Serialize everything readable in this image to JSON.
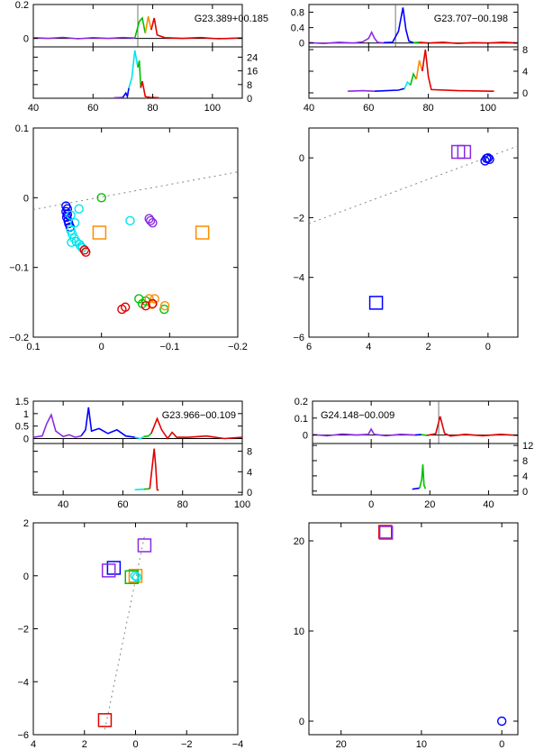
{
  "figure": {
    "source_ids": [
      "G23.389+00.185",
      "G23.707−00.198",
      "G23.966−00.109",
      "G24.148−00.009"
    ]
  },
  "chart_data": [
    {
      "type": "line",
      "name": "G23.389+00.185",
      "xlim": [
        40,
        110
      ],
      "x_ticks": [
        40,
        60,
        80,
        100
      ],
      "ylim": [
        -0.05,
        0.2
      ],
      "y_ticks": [
        0,
        0.2
      ],
      "marker_x": 75,
      "series": [
        {
          "color": "#8a2be2",
          "x": [
            40,
            45,
            50,
            55,
            60,
            65,
            70,
            74
          ],
          "y": [
            0.004,
            0.0,
            0.006,
            -0.002,
            0.004,
            0.0,
            0.005,
            0.002
          ]
        },
        {
          "color": "#00c000",
          "x": [
            74,
            75.5,
            76.5,
            77.5
          ],
          "y": [
            0.002,
            0.1,
            0.12,
            0.03
          ]
        },
        {
          "color": "#ff8c00",
          "x": [
            77.5,
            78.5,
            79.5
          ],
          "y": [
            0.03,
            0.13,
            0.05
          ]
        },
        {
          "color": "#e00000",
          "x": [
            79.5,
            80.5,
            81.5,
            84,
            90,
            96,
            102,
            110
          ],
          "y": [
            0.05,
            0.12,
            0.02,
            0.004,
            0.0,
            0.005,
            -0.002,
            0.003
          ]
        }
      ],
      "lower_ylim": [
        0,
        30
      ],
      "lower_y_ticks": [
        0,
        8,
        16,
        24
      ],
      "lower_series": [
        {
          "color": "#8a2be2",
          "x": [
            67,
            70
          ],
          "y": [
            0.3,
            0.5
          ]
        },
        {
          "color": "#0000ff",
          "x": [
            70,
            71,
            71.5,
            72
          ],
          "y": [
            0.5,
            3,
            1,
            6
          ]
        },
        {
          "color": "#00e5ee",
          "x": [
            72,
            73,
            74,
            75
          ],
          "y": [
            6,
            12,
            28,
            18
          ]
        },
        {
          "color": "#00c000",
          "x": [
            75,
            75.5,
            76
          ],
          "y": [
            18,
            22,
            6
          ]
        },
        {
          "color": "#e00000",
          "x": [
            76,
            76.5,
            77.5,
            79,
            82
          ],
          "y": [
            6,
            10,
            1,
            0.5,
            0.3
          ]
        }
      ]
    },
    {
      "type": "line",
      "name": "G23.707−00.198",
      "xlim": [
        40,
        110
      ],
      "x_ticks": [
        40,
        60,
        80,
        100
      ],
      "ylim": [
        -0.1,
        1.0
      ],
      "y_ticks": [
        0,
        0.4,
        0.8
      ],
      "marker_x": 69,
      "series": [
        {
          "color": "#8a2be2",
          "x": [
            40,
            45,
            50,
            55,
            58,
            60,
            61,
            62,
            63,
            65
          ],
          "y": [
            0.01,
            -0.01,
            0.02,
            0.0,
            0.03,
            0.12,
            0.28,
            0.12,
            0.02,
            0.0
          ]
        },
        {
          "color": "#0000ff",
          "x": [
            65,
            68,
            70,
            71.5,
            72.5,
            73.5,
            75
          ],
          "y": [
            0.01,
            0.02,
            0.3,
            0.92,
            0.35,
            0.05,
            0.01
          ]
        },
        {
          "color": "#00c000",
          "x": [
            75,
            77
          ],
          "y": [
            0.01,
            0.02
          ]
        },
        {
          "color": "#e00000",
          "x": [
            77,
            80,
            85,
            90,
            95,
            100,
            105,
            110
          ],
          "y": [
            0.02,
            0.0,
            0.02,
            -0.01,
            0.01,
            0.0,
            0.02,
            0.0
          ]
        }
      ],
      "lower_ylim": [
        -1,
        8.5
      ],
      "lower_y_ticks": [
        0,
        4,
        8
      ],
      "lower_series": [
        {
          "color": "#8a2be2",
          "x": [
            53,
            58,
            62
          ],
          "y": [
            0.3,
            0.4,
            0.3
          ]
        },
        {
          "color": "#0000ff",
          "x": [
            62,
            66,
            70,
            72
          ],
          "y": [
            0.3,
            0.4,
            0.5,
            0.8
          ]
        },
        {
          "color": "#00e5ee",
          "x": [
            72,
            73,
            74
          ],
          "y": [
            0.8,
            2,
            1.4
          ]
        },
        {
          "color": "#00c000",
          "x": [
            74,
            75,
            76
          ],
          "y": [
            1.4,
            3.5,
            2.5
          ]
        },
        {
          "color": "#ff8c00",
          "x": [
            76,
            77,
            78
          ],
          "y": [
            2.5,
            6,
            4
          ]
        },
        {
          "color": "#e00000",
          "x": [
            78,
            79,
            80,
            81,
            90,
            102
          ],
          "y": [
            4,
            8,
            3,
            0.6,
            0.4,
            0.3
          ]
        }
      ]
    },
    {
      "type": "line",
      "name": "G23.966−00.109",
      "xlim": [
        30,
        100
      ],
      "x_ticks": [
        40,
        60,
        80,
        100
      ],
      "ylim": [
        -0.2,
        1.5
      ],
      "y_ticks": [
        0,
        0.5,
        1.0,
        1.5
      ],
      "series": [
        {
          "color": "#8a2be2",
          "x": [
            30,
            33,
            34.5,
            36,
            37.5,
            40,
            42,
            44,
            46
          ],
          "y": [
            0.05,
            0.1,
            0.6,
            0.95,
            0.3,
            0.08,
            0.15,
            0.05,
            0.1
          ]
        },
        {
          "color": "#0000ff",
          "x": [
            46,
            47.5,
            48.5,
            49.5,
            52,
            55,
            58,
            61,
            64
          ],
          "y": [
            0.1,
            0.35,
            1.25,
            0.3,
            0.4,
            0.2,
            0.35,
            0.1,
            0.05
          ]
        },
        {
          "color": "#00e5ee",
          "x": [
            64,
            66,
            67
          ],
          "y": [
            0.05,
            0.0,
            0.08
          ]
        },
        {
          "color": "#00c000",
          "x": [
            67,
            68.5,
            69.5
          ],
          "y": [
            0.08,
            0.1,
            0.2
          ]
        },
        {
          "color": "#e00000",
          "x": [
            69.5,
            71.5,
            73,
            75,
            76.5,
            78,
            82,
            88,
            94,
            100
          ],
          "y": [
            0.2,
            0.8,
            0.35,
            0.0,
            0.25,
            0.05,
            0.05,
            0.1,
            0.0,
            0.05
          ]
        }
      ],
      "lower_ylim": [
        -0.5,
        9.5
      ],
      "lower_y_ticks": [
        0,
        4,
        8
      ],
      "lower_series": [
        {
          "color": "#00e5ee",
          "x": [
            64,
            67
          ],
          "y": [
            0.5,
            0.6
          ]
        },
        {
          "color": "#00c000",
          "x": [
            67,
            69
          ],
          "y": [
            0.6,
            0.7
          ]
        },
        {
          "color": "#e00000",
          "x": [
            69,
            70.5,
            71,
            71.5,
            72
          ],
          "y": [
            0.7,
            8.5,
            5,
            0.5,
            0.4
          ]
        }
      ]
    },
    {
      "type": "line",
      "name": "G24.148−00.009",
      "xlim": [
        -20,
        50
      ],
      "x_ticks": [
        0,
        20,
        40
      ],
      "ylim": [
        -0.05,
        0.2
      ],
      "y_ticks": [
        0,
        0.1,
        0.2
      ],
      "marker_x": 23,
      "series": [
        {
          "color": "#8a2be2",
          "x": [
            -20,
            -15,
            -10,
            -5,
            -1,
            0,
            1,
            5,
            10,
            15
          ],
          "y": [
            0.003,
            -0.005,
            0.006,
            0.0,
            0.004,
            0.035,
            0.004,
            -0.004,
            0.004,
            0.0
          ]
        },
        {
          "color": "#0000ff",
          "x": [
            15,
            17
          ],
          "y": [
            0.0,
            0.003
          ]
        },
        {
          "color": "#00c000",
          "x": [
            17,
            19
          ],
          "y": [
            0.003,
            -0.002
          ]
        },
        {
          "color": "#e00000",
          "x": [
            19,
            22,
            23.5,
            25,
            27,
            32,
            38,
            44,
            50
          ],
          "y": [
            -0.002,
            0.008,
            0.11,
            0.01,
            -0.006,
            0.004,
            -0.004,
            0.004,
            -0.002
          ]
        }
      ],
      "lower_ylim": [
        -1,
        12.5
      ],
      "lower_y_ticks": [
        0,
        4,
        8,
        12
      ],
      "lower_series": [
        {
          "color": "#0000ff",
          "x": [
            14,
            16.5
          ],
          "y": [
            0.5,
            0.8
          ]
        },
        {
          "color": "#00c000",
          "x": [
            16.5,
            17.2,
            17.6,
            18,
            18.5
          ],
          "y": [
            0.8,
            3,
            7,
            1.5,
            0.6
          ]
        }
      ]
    },
    {
      "type": "scatter",
      "xlim": [
        0.1,
        -0.2
      ],
      "x_ticks": [
        0.1,
        0,
        -0.1,
        -0.2
      ],
      "ylim": [
        -0.2,
        0.1
      ],
      "y_ticks": [
        0.1,
        0,
        -0.1,
        -0.2
      ],
      "line": {
        "x": [
          0.1,
          -0.2
        ],
        "y": [
          -0.017,
          0.037
        ]
      },
      "circles": [
        {
          "x": 0.052,
          "y": -0.012,
          "c": "#0000ff"
        },
        {
          "x": 0.05,
          "y": -0.016,
          "c": "#0000ff"
        },
        {
          "x": 0.052,
          "y": -0.02,
          "c": "#0000ff"
        },
        {
          "x": 0.05,
          "y": -0.024,
          "c": "#0000ff"
        },
        {
          "x": 0.051,
          "y": -0.028,
          "c": "#0000ff"
        },
        {
          "x": 0.049,
          "y": -0.033,
          "c": "#0000ff"
        },
        {
          "x": 0.048,
          "y": -0.037,
          "c": "#0000ff"
        },
        {
          "x": 0.046,
          "y": -0.042,
          "c": "#0000ff"
        },
        {
          "x": 0.045,
          "y": -0.047,
          "c": "#00e5ee"
        },
        {
          "x": 0.043,
          "y": -0.052,
          "c": "#00e5ee"
        },
        {
          "x": 0.04,
          "y": -0.058,
          "c": "#00e5ee"
        },
        {
          "x": 0.037,
          "y": -0.063,
          "c": "#00e5ee"
        },
        {
          "x": 0.044,
          "y": -0.064,
          "c": "#00e5ee"
        },
        {
          "x": 0.032,
          "y": -0.067,
          "c": "#00e5ee"
        },
        {
          "x": 0.03,
          "y": -0.07,
          "c": "#00e5ee"
        },
        {
          "x": 0.028,
          "y": -0.072,
          "c": "#00e5ee"
        },
        {
          "x": 0.045,
          "y": -0.025,
          "c": "#00e5ee"
        },
        {
          "x": 0.039,
          "y": -0.036,
          "c": "#00e5ee"
        },
        {
          "x": 0.033,
          "y": -0.016,
          "c": "#00e5ee"
        },
        {
          "x": -0.042,
          "y": -0.033,
          "c": "#00e5ee"
        },
        {
          "x": 0.0,
          "y": 0.0,
          "c": "#00c000"
        },
        {
          "x": -0.07,
          "y": -0.03,
          "c": "#8a2be2"
        },
        {
          "x": -0.072,
          "y": -0.033,
          "c": "#8a2be2"
        },
        {
          "x": -0.075,
          "y": -0.036,
          "c": "#8a2be2"
        },
        {
          "x": 0.025,
          "y": -0.075,
          "c": "#e00000"
        },
        {
          "x": 0.023,
          "y": -0.078,
          "c": "#e00000"
        },
        {
          "x": -0.055,
          "y": -0.145,
          "c": "#00c000"
        },
        {
          "x": -0.06,
          "y": -0.152,
          "c": "#00c000"
        },
        {
          "x": -0.065,
          "y": -0.148,
          "c": "#00c000"
        },
        {
          "x": -0.092,
          "y": -0.16,
          "c": "#00c000"
        },
        {
          "x": -0.07,
          "y": -0.145,
          "c": "#ff8c00"
        },
        {
          "x": -0.078,
          "y": -0.145,
          "c": "#ff8c00"
        },
        {
          "x": -0.074,
          "y": -0.153,
          "c": "#ff8c00"
        },
        {
          "x": -0.093,
          "y": -0.155,
          "c": "#ff8c00"
        },
        {
          "x": -0.075,
          "y": -0.152,
          "c": "#e00000"
        },
        {
          "x": -0.035,
          "y": -0.157,
          "c": "#e00000"
        },
        {
          "x": -0.03,
          "y": -0.16,
          "c": "#e00000"
        },
        {
          "x": -0.065,
          "y": -0.155,
          "c": "#e00000"
        }
      ],
      "squares": [
        {
          "x": 0.003,
          "y": -0.05,
          "c": "#ff8c00"
        },
        {
          "x": -0.148,
          "y": -0.05,
          "c": "#ff8c00"
        }
      ]
    },
    {
      "type": "scatter",
      "xlim": [
        6,
        -1
      ],
      "x_ticks": [
        6,
        4,
        2,
        0
      ],
      "ylim": [
        -6,
        1
      ],
      "y_ticks": [
        0,
        -2,
        -4,
        -6
      ],
      "line": {
        "x": [
          6,
          -1
        ],
        "y": [
          -2.2,
          0.4
        ]
      },
      "circles": [
        {
          "x": 0.05,
          "y": -0.02,
          "c": "#0000ff"
        },
        {
          "x": 0.0,
          "y": 0.0,
          "c": "#0000ff"
        },
        {
          "x": -0.05,
          "y": -0.05,
          "c": "#0000ff"
        },
        {
          "x": 0.1,
          "y": -0.1,
          "c": "#0000ff"
        }
      ],
      "squares": [
        {
          "x": 1.0,
          "y": 0.2,
          "c": "#8a2be2"
        },
        {
          "x": 0.8,
          "y": 0.2,
          "c": "#8a2be2"
        },
        {
          "x": 3.75,
          "y": -4.85,
          "c": "#0000ff"
        }
      ]
    },
    {
      "type": "scatter",
      "xlim": [
        4,
        -4
      ],
      "x_ticks": [
        4,
        2,
        0,
        -2,
        -4
      ],
      "ylim": [
        -6,
        2
      ],
      "y_ticks": [
        2,
        0,
        -2,
        -4,
        -6
      ],
      "line": {
        "x": [
          1.2,
          -0.35
        ],
        "y": [
          -5.8,
          1.5
        ]
      },
      "circles": [
        {
          "x": 0.02,
          "y": 0.0,
          "c": "#00e5ee"
        },
        {
          "x": -0.05,
          "y": -0.05,
          "c": "#00e5ee"
        }
      ],
      "squares": [
        {
          "x": -0.35,
          "y": 1.15,
          "c": "#8a2be2"
        },
        {
          "x": 0.85,
          "y": 0.3,
          "c": "#0000ff"
        },
        {
          "x": 1.05,
          "y": 0.2,
          "c": "#8a2be2"
        },
        {
          "x": 0.0,
          "y": 0.0,
          "c": "#ff8c00"
        },
        {
          "x": 0.15,
          "y": -0.05,
          "c": "#00c000"
        },
        {
          "x": 1.2,
          "y": -5.45,
          "c": "#e00000"
        }
      ]
    },
    {
      "type": "scatter",
      "xlim": [
        24,
        -2
      ],
      "x_ticks": [
        20,
        10,
        0
      ],
      "ylim": [
        -1.5,
        22
      ],
      "y_ticks": [
        0,
        10,
        20
      ],
      "circles": [
        {
          "x": 0.0,
          "y": 0.0,
          "c": "#0000ff"
        }
      ],
      "squares": [
        {
          "x": 14.5,
          "y": 21.0,
          "c": "#e00000"
        },
        {
          "x": 14.4,
          "y": 20.9,
          "c": "#8a2be2"
        }
      ]
    }
  ]
}
